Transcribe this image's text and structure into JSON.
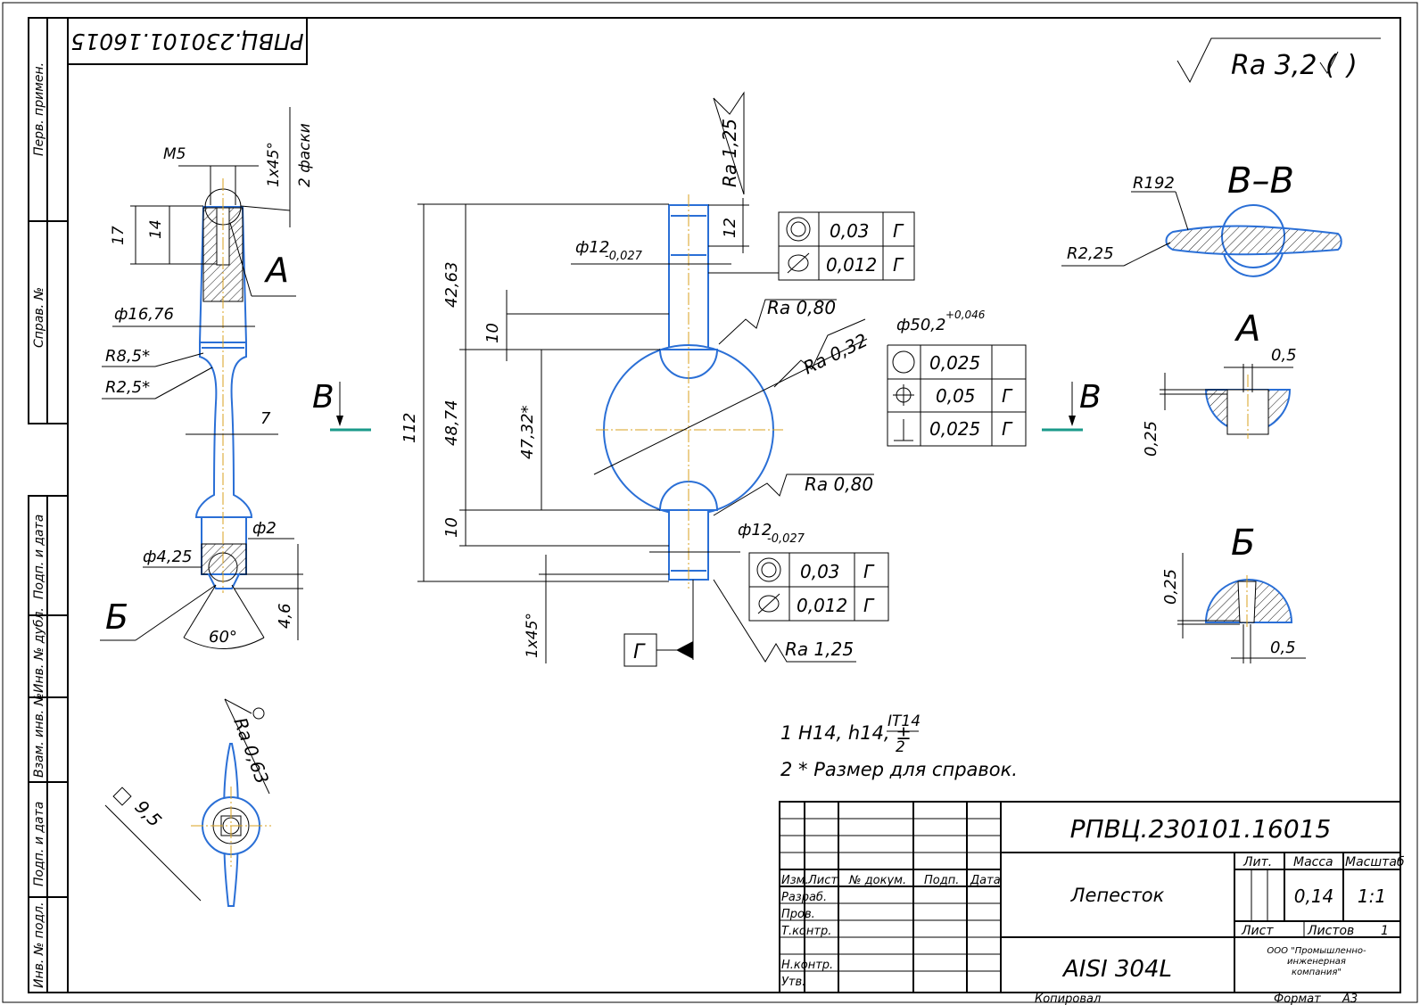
{
  "drawing_number": "РПВЦ.230101.16015",
  "roughness_general": "Ra 3,2 (",
  "roughness_general_close": ")",
  "side_labels": [
    "Перв. примен.",
    "Справ. №",
    "Подп. и дата",
    "Инв. № дубл.",
    "Взам. инв. №",
    "Подп. и дата",
    "Инв. № подл."
  ],
  "left_view": {
    "dims": [
      "М5",
      "1x45°",
      "2 фаски",
      "17",
      "14",
      "ф16,76",
      "R8,5*",
      "R2,5*",
      "7",
      "ф2",
      "ф4,25",
      "60°",
      "4,6"
    ],
    "labels": [
      "А",
      "Б"
    ]
  },
  "center_view": {
    "dims": [
      "112",
      "42,63",
      "48,74",
      "47,32*",
      "10",
      "10",
      "12",
      "1x45°",
      "ф12",
      "-0,027",
      "ф12",
      "-0,027",
      "ф50,2",
      "+0,046"
    ],
    "roughness": [
      "Ra 1,25",
      "Ra 0,80",
      "Ra 0,32",
      "Ra 0,80",
      "Ra 1,25"
    ],
    "datum": "Г",
    "section_mark": "В"
  },
  "tolerance_frames": {
    "top": [
      {
        "value": "0,03",
        "datum": "Г"
      },
      {
        "value": "0,012",
        "datum": "Г"
      }
    ],
    "sphere": [
      {
        "value": "0,025",
        "datum": ""
      },
      {
        "value": "0,05",
        "datum": "Г"
      },
      {
        "value": "0,025",
        "datum": "Г"
      }
    ],
    "bottom": [
      {
        "value": "0,03",
        "datum": "Г"
      },
      {
        "value": "0,012",
        "datum": "Г"
      }
    ]
  },
  "bottom_view": {
    "dims": [
      "Ra 0,63",
      "9,5"
    ]
  },
  "section_bb": {
    "title": "В–В",
    "dims": [
      "R192",
      "R2,25"
    ]
  },
  "detail_a": {
    "title": "А",
    "dims": [
      "0,5",
      "0,25"
    ]
  },
  "detail_b": {
    "title": "Б",
    "dims": [
      "0,25",
      "0,5"
    ]
  },
  "notes": {
    "note1_prefix": "1  H14, h14, ±",
    "note1_num": "IT14",
    "note1_den": "2",
    "note2": "2  * Размер для справок."
  },
  "title_block": {
    "col_headers": [
      "Изм.",
      "Лист",
      "№ докум.",
      "Подп.",
      "Дата"
    ],
    "roles": [
      "Разраб.",
      "Пров.",
      "Т.контр.",
      "Н.контр.",
      "Утв."
    ],
    "designation": "РПВЦ.230101.16015",
    "name": "Лепесток",
    "material": "AISI 304L",
    "lit_label": "Лит.",
    "mass_label": "Масса",
    "scale_label": "Масштаб",
    "mass": "0,14",
    "scale": "1:1",
    "sheet_label": "Лист",
    "sheets_label": "Листов",
    "sheets": "1",
    "company": [
      "ООО \"Промышленно-",
      "инженерная",
      "компания\""
    ],
    "copied": "Копировал",
    "format_label": "Формат",
    "format": "А3"
  }
}
